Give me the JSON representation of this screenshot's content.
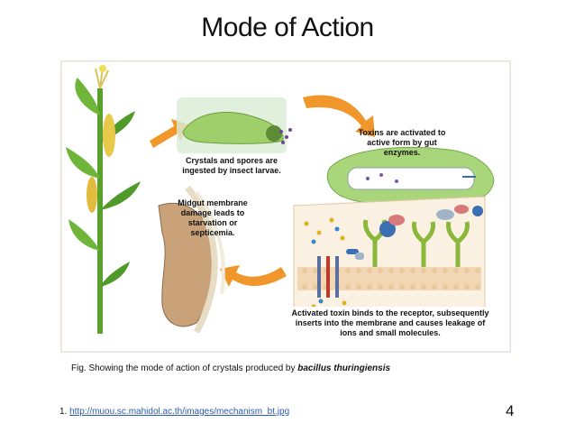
{
  "slide": {
    "title": "Mode of Action",
    "page_number": "4"
  },
  "figure": {
    "labels": {
      "ingest": "Crystals and spores are ingested by insect larvae.",
      "activate": "Toxins are activated to active form by gut enzymes.",
      "midgut": "Midgut membrane damage leads to starvation or septicemia.",
      "receptor": "Activated toxin binds to the receptor, subsequently inserts into the membrane and causes leakage of ions and small molecules."
    },
    "colors": {
      "arrow": "#f0962a",
      "larva": "#9fcf6a",
      "membrane": "#f3d6b4",
      "receptor_green": "#8bb83a",
      "receptor_blue": "#3a6fb3"
    }
  },
  "caption": {
    "prefix": "Fig. Showing the mode of action of crystals produced by ",
    "species": "bacillus thuringiensis"
  },
  "reference": {
    "number": "1.",
    "url_text": "http://muou.sc.mahidol.ac.th/images/mechanism_bt.jpg"
  }
}
